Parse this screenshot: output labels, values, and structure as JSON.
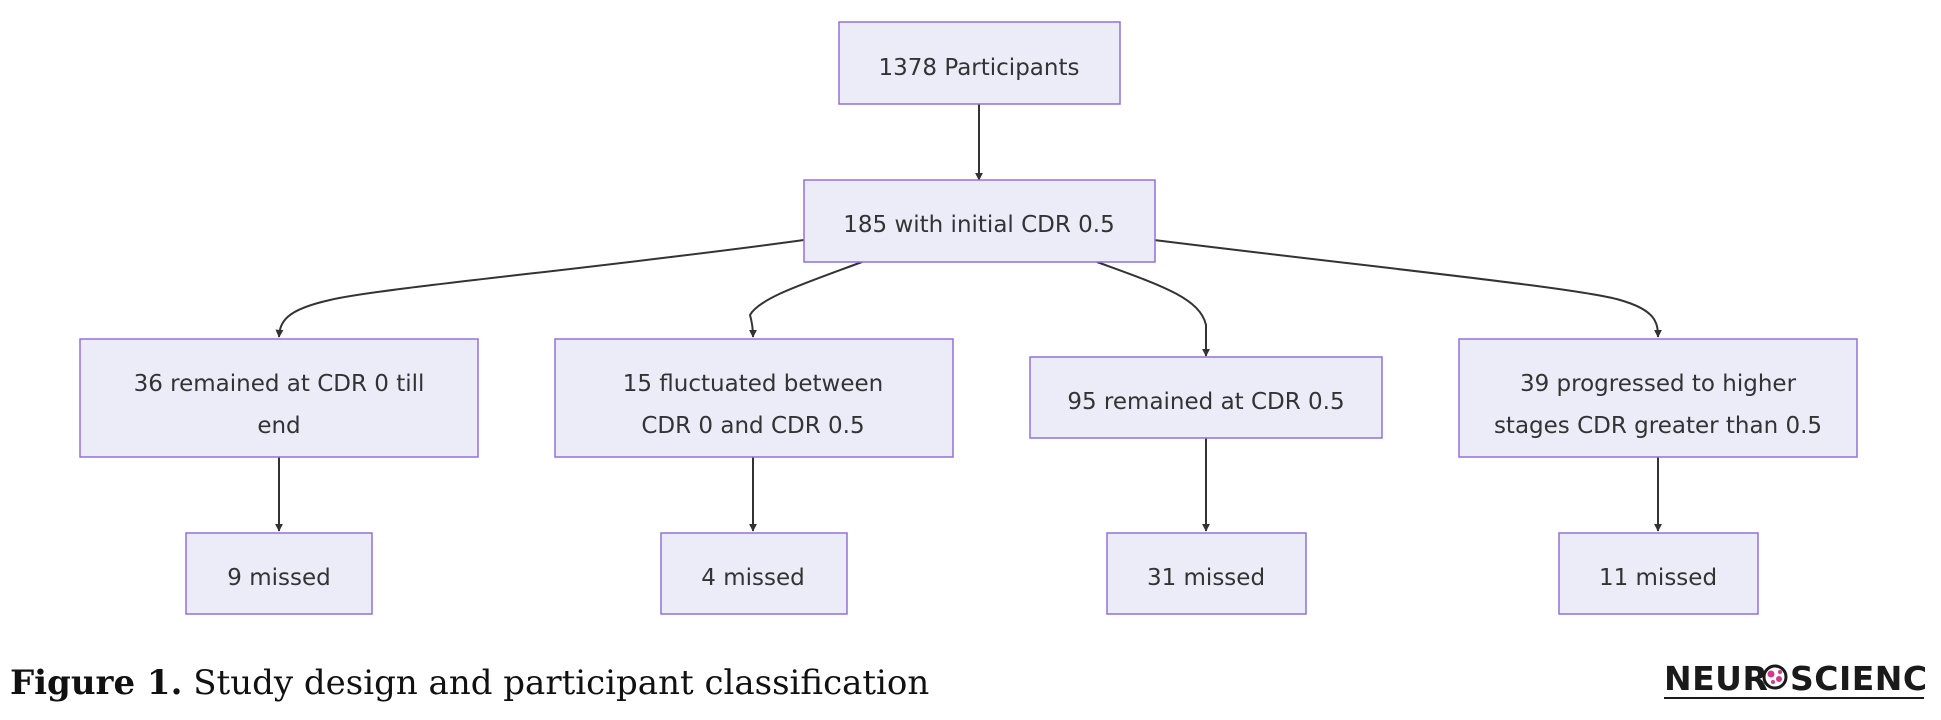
{
  "nodes": {
    "root": {
      "lines": [
        "1378 Participants"
      ]
    },
    "initial": {
      "lines": [
        "185 with initial CDR 0.5"
      ]
    },
    "remained0": {
      "lines": [
        "36 remained at CDR 0 till",
        "end"
      ]
    },
    "fluctuated": {
      "lines": [
        "15 fluctuated between",
        "CDR 0 and CDR 0.5"
      ]
    },
    "remained05": {
      "lines": [
        "95 remained at CDR 0.5"
      ]
    },
    "progressed": {
      "lines": [
        "39 progressed to higher",
        "stages CDR greater than 0.5"
      ]
    },
    "missed1": {
      "lines": [
        "9 missed"
      ]
    },
    "missed2": {
      "lines": [
        "4 missed"
      ]
    },
    "missed3": {
      "lines": [
        "31 missed"
      ]
    },
    "missed4": {
      "lines": [
        "11 missed"
      ]
    }
  },
  "edges": [
    {
      "from": "root",
      "to": "initial"
    },
    {
      "from": "initial",
      "to": "remained0"
    },
    {
      "from": "initial",
      "to": "fluctuated"
    },
    {
      "from": "initial",
      "to": "remained05"
    },
    {
      "from": "initial",
      "to": "progressed"
    },
    {
      "from": "remained0",
      "to": "missed1"
    },
    {
      "from": "fluctuated",
      "to": "missed2"
    },
    {
      "from": "remained05",
      "to": "missed3"
    },
    {
      "from": "progressed",
      "to": "missed4"
    }
  ],
  "caption": {
    "label": "Figure 1.",
    "text": " Study design and participant classification"
  },
  "logo": {
    "text_left": "NEUR",
    "text_right": "SCIENCE"
  },
  "colors": {
    "node_fill": "#ececf8",
    "node_border": "#9370db",
    "edge": "#333333",
    "logo_accent": "#d6398c"
  }
}
